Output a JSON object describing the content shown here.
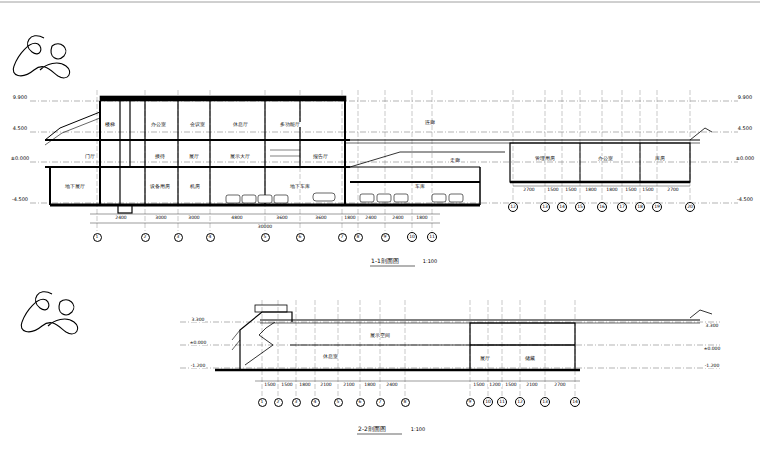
{
  "diagram": {
    "nodes": [
      {
        "text": [
          "1"
        ]
      },
      {
        "text": [
          "2"
        ]
      },
      {
        "text": [
          "3"
        ]
      },
      {
        "text": [
          "4"
        ]
      },
      {
        "text": [
          "5"
        ]
      },
      {
        "text": [
          "6"
        ]
      },
      {
        "text": [
          "7"
        ]
      },
      {
        "text": [
          "8"
        ]
      },
      {
        "text": [
          "9"
        ]
      },
      {
        "text": [
          "10"
        ]
      },
      {
        "text": [
          "11"
        ]
      },
      {
        "text": [
          "12"
        ]
      },
      {
        "text": [
          "13"
        ]
      },
      {
        "text": [
          "14"
        ]
      },
      {
        "text": [
          "15"
        ]
      },
      {
        "text": [
          "16"
        ]
      },
      {
        "text": [
          "17"
        ]
      },
      {
        "text": [
          "18"
        ]
      },
      {
        "text": [
          "19"
        ]
      },
      {
        "text": [
          "20"
        ]
      },
      {
        "text": [
          "1"
        ]
      },
      {
        "text": [
          "2"
        ]
      },
      {
        "text": [
          "3"
        ]
      },
      {
        "text": [
          "4"
        ]
      },
      {
        "text": [
          "5"
        ]
      },
      {
        "text": [
          "6"
        ]
      },
      {
        "text": [
          "7"
        ]
      },
      {
        "text": [
          "8"
        ]
      },
      {
        "text": [
          "9"
        ]
      },
      {
        "text": [
          "10"
        ]
      },
      {
        "text": [
          "11"
        ]
      },
      {
        "text": [
          "12"
        ]
      },
      {
        "text": [
          "13"
        ]
      },
      {
        "text": [
          "14"
        ]
      }
    ],
    "labels": [
      "1-1剖面图",
      "1:100",
      "2-2剖面图",
      "1:100",
      "9.900",
      "4.500",
      "±0.000",
      "-4.500",
      "9.900",
      "4.500",
      "±0.000",
      "-4.500",
      "楼梯",
      "办公室",
      "会议室",
      "休息厅",
      "多功能厅",
      "门厅",
      "接待",
      "展厅",
      "展示大厅",
      "报告厅",
      "连廊",
      "走廊",
      "管理用房",
      "办公室",
      "库房",
      "地下展厅",
      "设备用房",
      "机房",
      "地下车库",
      "车库",
      "3.300",
      "±0.000",
      "-1.200",
      "3.300",
      "±0.000",
      "-1.200",
      "休息室",
      "展示空间",
      "展厅",
      "储藏",
      "2400",
      "3000",
      "3000",
      "4800",
      "3600",
      "3600",
      "1800",
      "2400",
      "2400",
      "1800",
      "30000",
      "2700",
      "1500",
      "1500",
      "1800",
      "1800",
      "1500",
      "1500",
      "2700",
      "1500",
      "1500",
      "1800",
      "2100",
      "2100",
      "1800",
      "2400",
      "1500",
      "1200",
      "1500",
      "2100",
      "2700"
    ]
  }
}
